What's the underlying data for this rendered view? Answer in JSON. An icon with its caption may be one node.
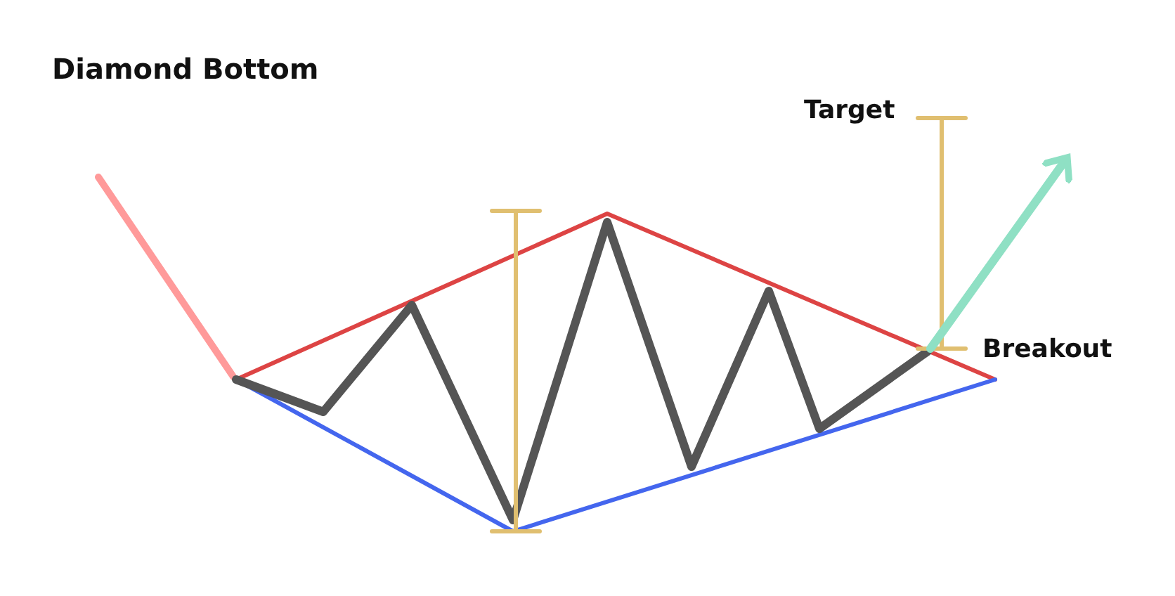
{
  "diagram": {
    "title": "Diamond Bottom",
    "labels": [
      "Target",
      "Breakout"
    ]
  }
}
